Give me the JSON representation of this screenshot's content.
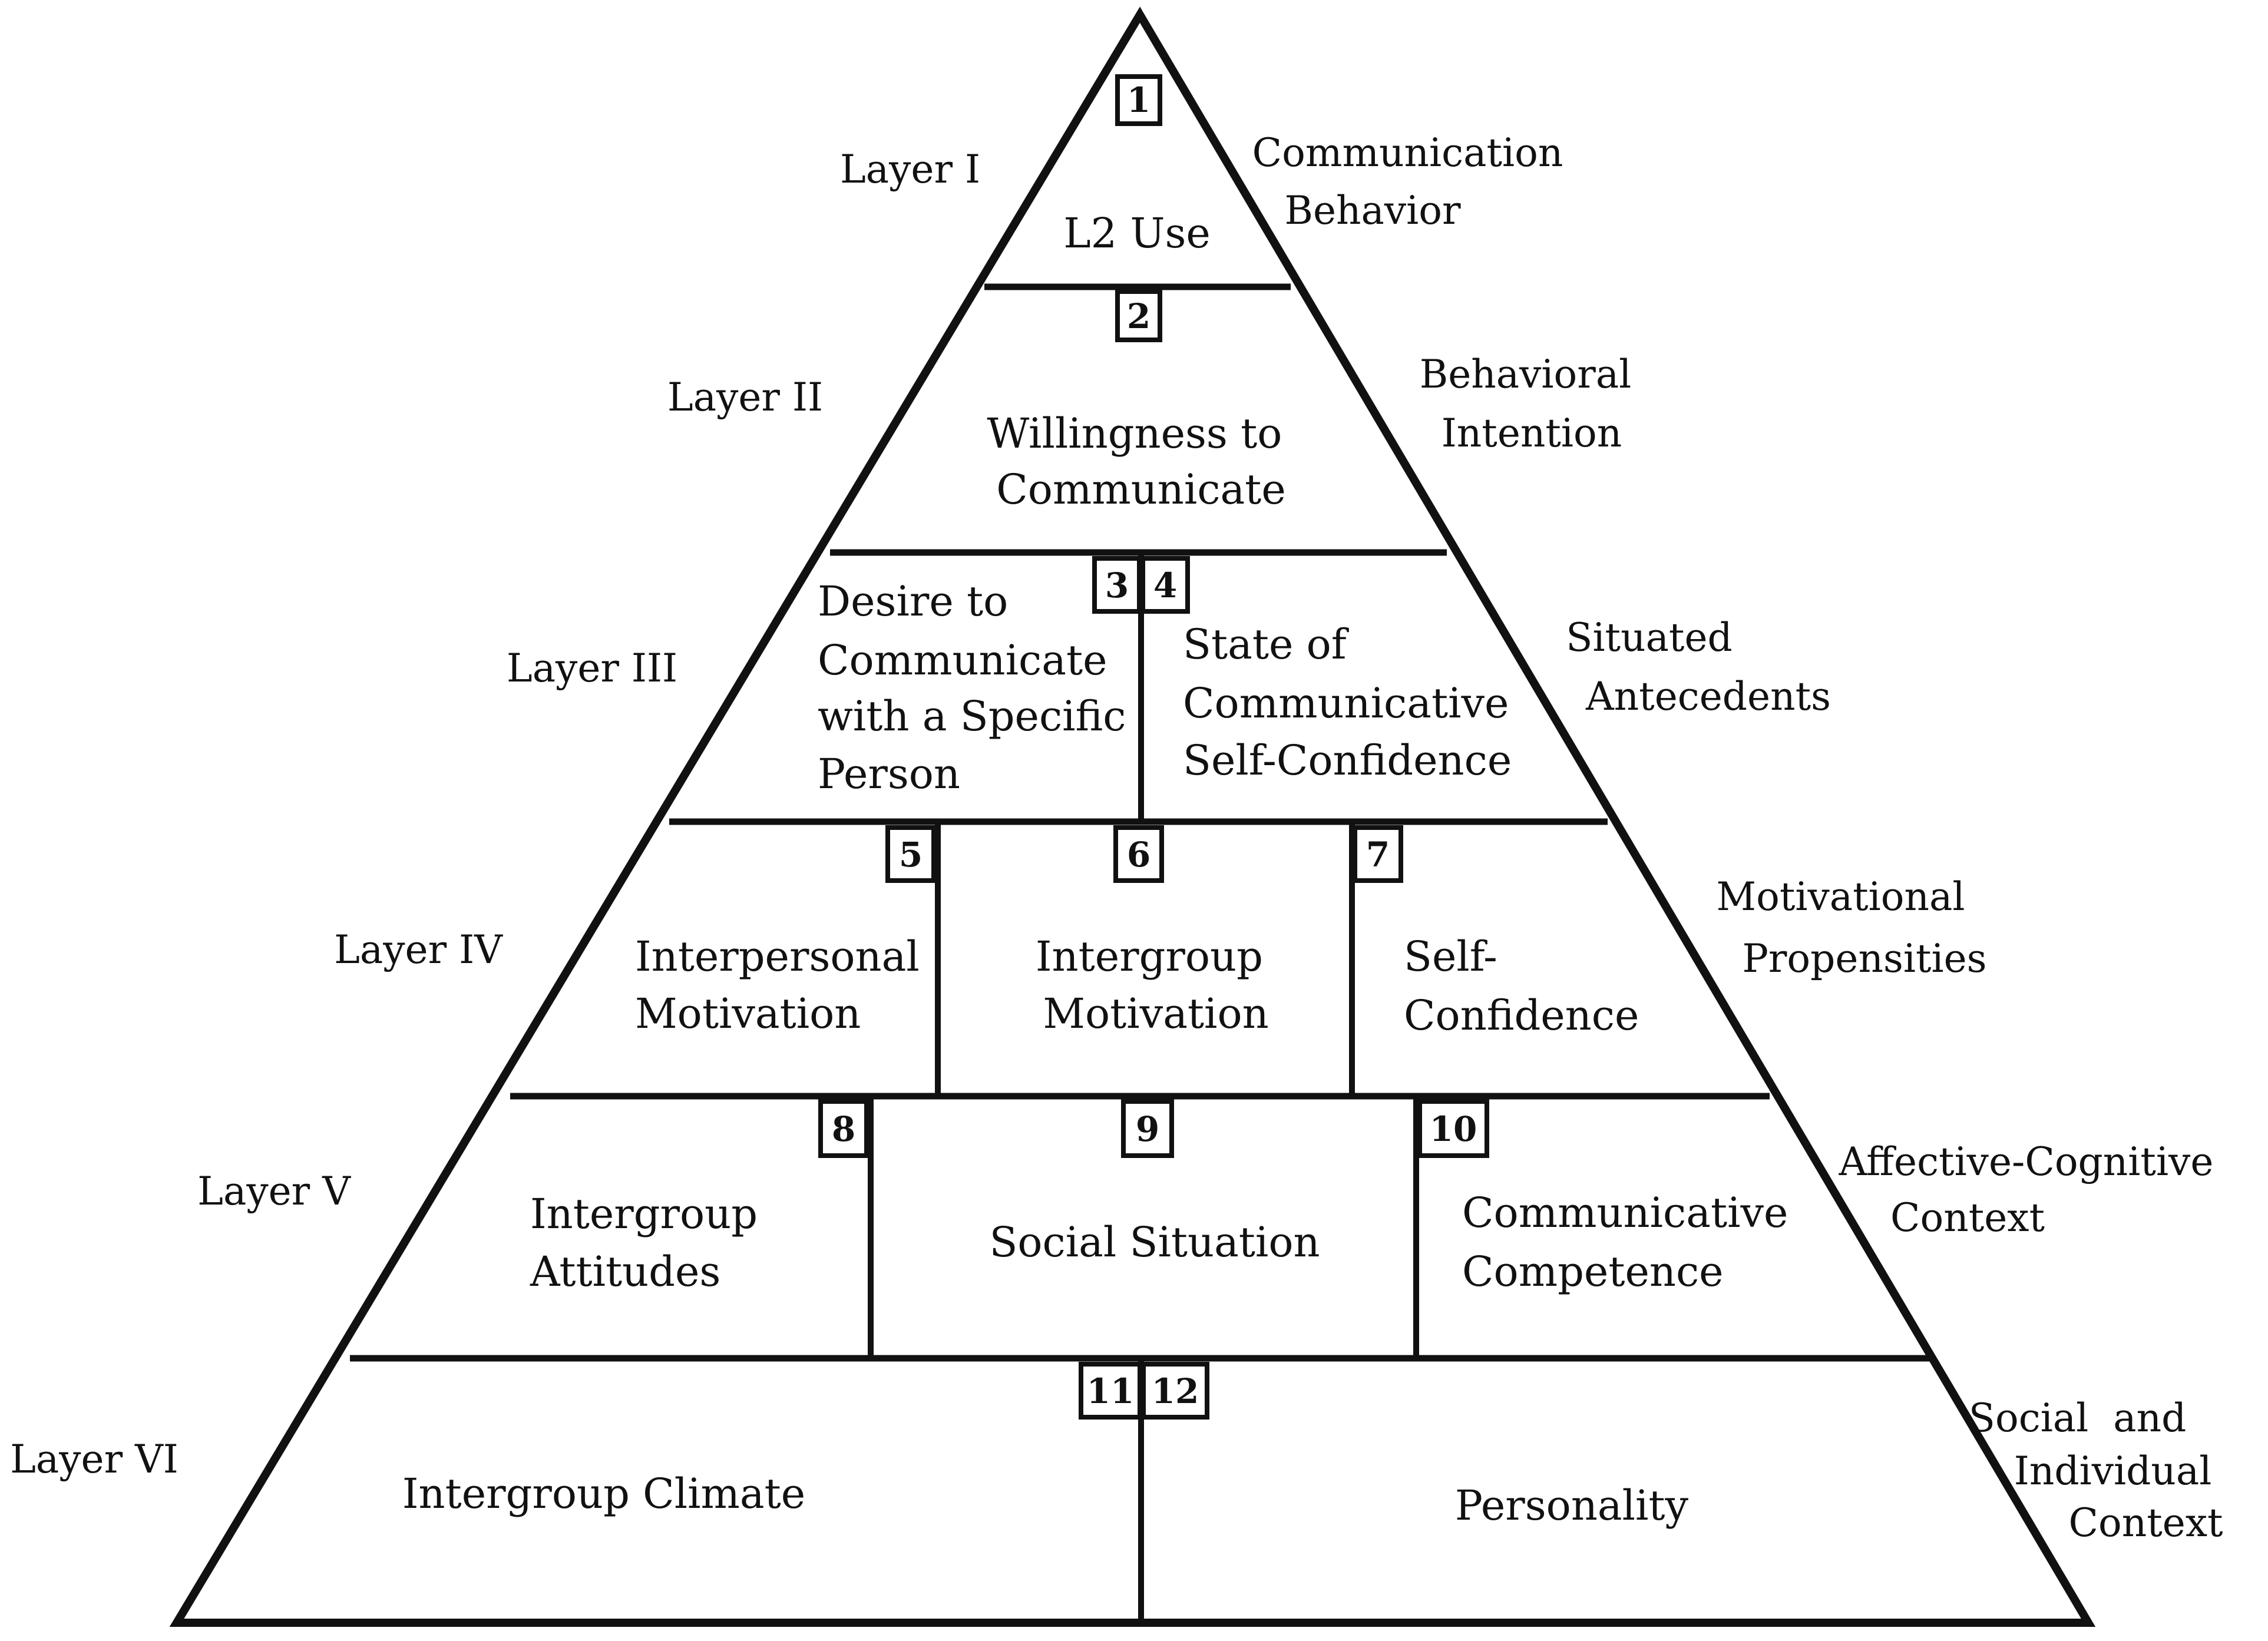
{
  "layers": [
    {
      "id": "I",
      "label": "Layer I",
      "descriptor": [
        "Communication",
        "Behavior"
      ],
      "cells": [
        {
          "number": "1",
          "text": [
            "L2 Use"
          ]
        }
      ]
    },
    {
      "id": "II",
      "label": "Layer II",
      "descriptor": [
        "Behavioral",
        "Intention"
      ],
      "cells": [
        {
          "number": "2",
          "text": [
            "Willingness to",
            "Communicate"
          ]
        }
      ]
    },
    {
      "id": "III",
      "label": "Layer III",
      "descriptor": [
        "Situated",
        "Antecedents"
      ],
      "cells": [
        {
          "number": "3",
          "text": [
            "Desire to",
            "Communicate",
            "with a Specific",
            "Person"
          ]
        },
        {
          "number": "4",
          "text": [
            "State of",
            "Communicative",
            "Self-Confidence"
          ]
        }
      ]
    },
    {
      "id": "IV",
      "label": "Layer IV",
      "descriptor": [
        "Motivational",
        "Propensities"
      ],
      "cells": [
        {
          "number": "5",
          "text": [
            "Interpersonal",
            "Motivation"
          ]
        },
        {
          "number": "6",
          "text": [
            "Intergroup",
            "Motivation"
          ]
        },
        {
          "number": "7",
          "text": [
            "Self-",
            "Confidence"
          ]
        }
      ]
    },
    {
      "id": "V",
      "label": "Layer V",
      "descriptor": [
        "Affective-Cognitive",
        "Context"
      ],
      "cells": [
        {
          "number": "8",
          "text": [
            "Intergroup",
            "Attitudes"
          ]
        },
        {
          "number": "9",
          "text": [
            "Social Situation"
          ]
        },
        {
          "number": "10",
          "text": [
            "Communicative",
            "Competence"
          ]
        }
      ]
    },
    {
      "id": "VI",
      "label": "Layer VI",
      "descriptor": [
        "Social  and",
        "Individual",
        "Context"
      ],
      "cells": [
        {
          "number": "11",
          "text": [
            "Intergroup Climate"
          ]
        },
        {
          "number": "12",
          "text": [
            "Personality"
          ]
        }
      ]
    }
  ]
}
